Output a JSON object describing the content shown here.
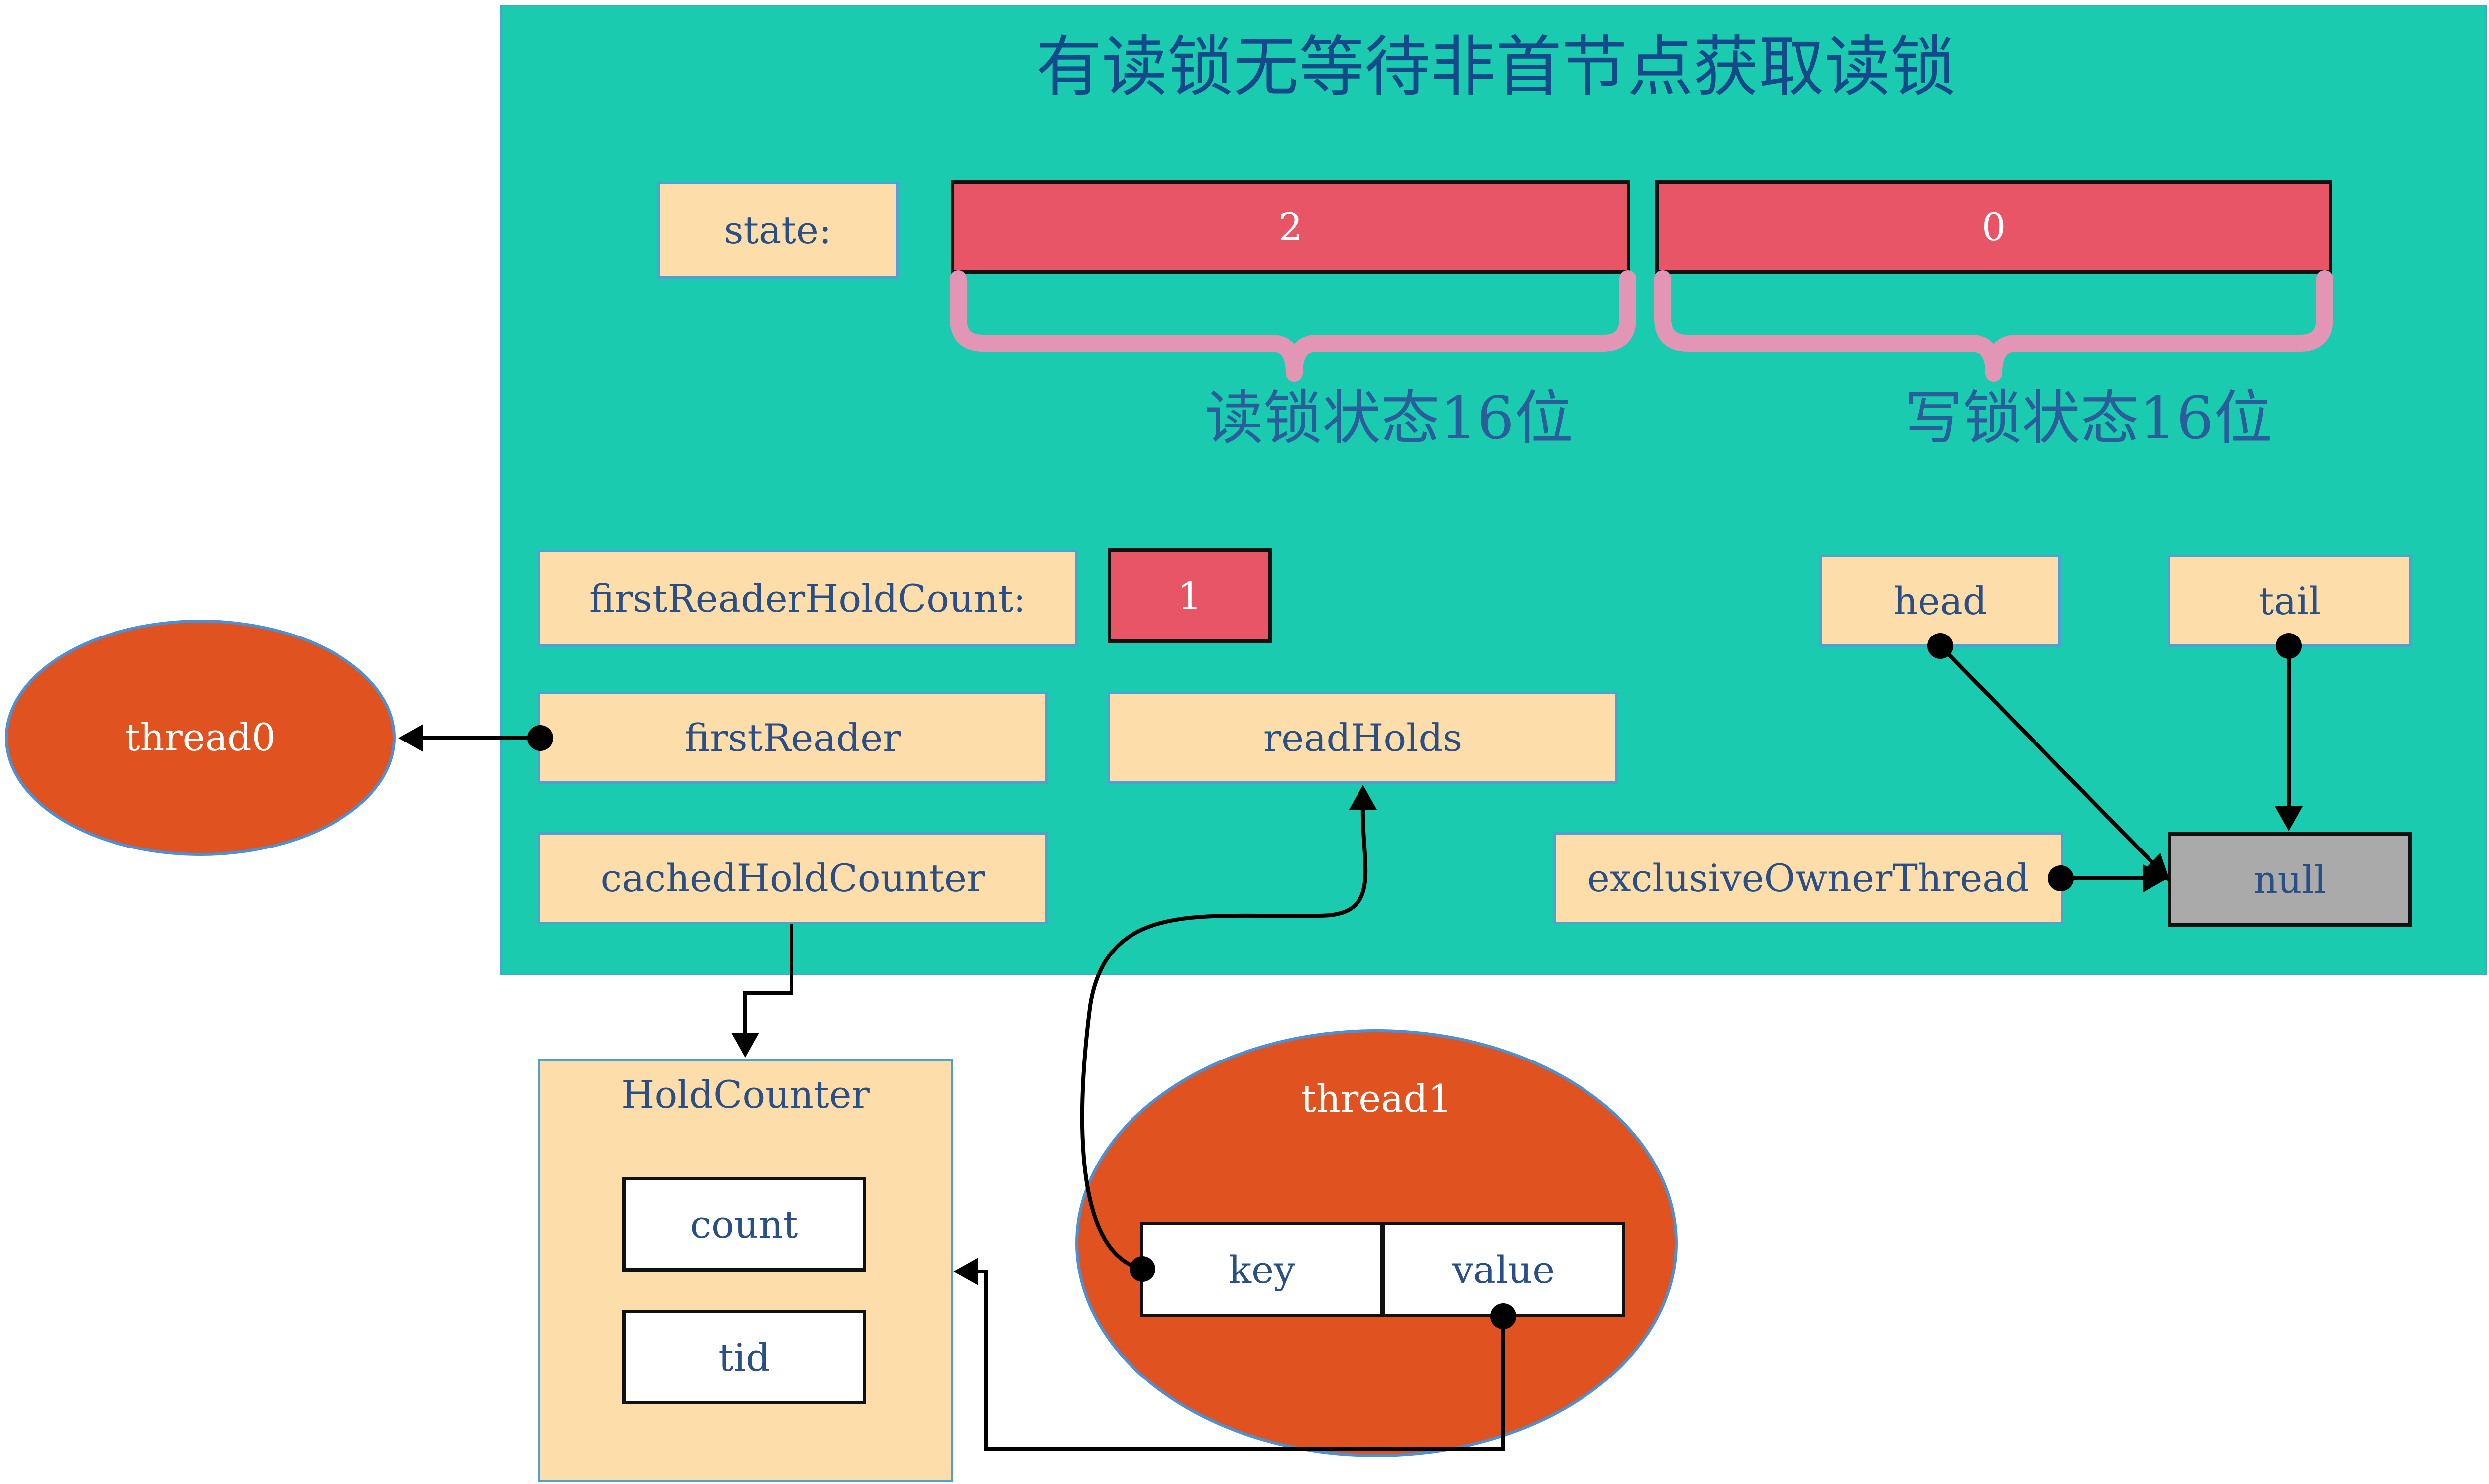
{
  "title": "有读锁无等待非首节点获取读锁",
  "state": {
    "label": "state:",
    "read_value": "2",
    "write_value": "0",
    "read_caption": "读锁状态16位",
    "write_caption": "写锁状态16位"
  },
  "fields": {
    "first_reader_hold_count_label": "firstReaderHoldCount:",
    "first_reader_hold_count_value": "1",
    "first_reader": "firstReader",
    "read_holds": "readHolds",
    "cached_hold_counter": "cachedHoldCounter",
    "head": "head",
    "tail": "tail",
    "exclusive_owner_thread": "exclusiveOwnerThread",
    "null_value": "null"
  },
  "thread0": {
    "label": "thread0"
  },
  "thread1": {
    "label": "thread1",
    "key": "key",
    "value": "value"
  },
  "hold_counter": {
    "title": "HoldCounter",
    "count": "count",
    "tid": "tid"
  },
  "colors": {
    "panel": "#1bcbb0",
    "field_box": "#fddeab",
    "value_box": "#e75566",
    "null_box": "#aaaaaa",
    "thread": "#e0521f",
    "brace": "#e295b5"
  }
}
